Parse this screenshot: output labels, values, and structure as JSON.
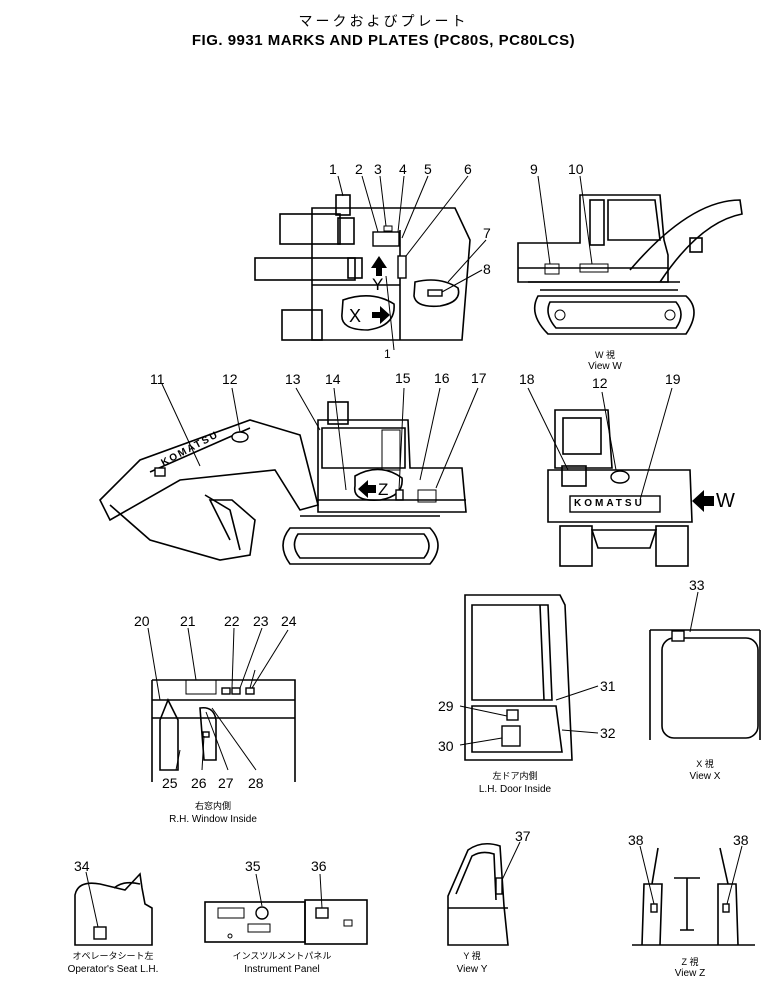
{
  "header": {
    "title_jp": "マークおよびプレート",
    "title_en": "FIG. 9931 MARKS AND PLATES (PC80S, PC80LCS)"
  },
  "markers": {
    "X": "X",
    "Y": "Y",
    "Z": "Z",
    "W": "W"
  },
  "callouts": [
    "1",
    "2",
    "3",
    "4",
    "5",
    "6",
    "7",
    "8",
    "9",
    "10",
    "11",
    "12",
    "13",
    "14",
    "15",
    "16",
    "17",
    "18",
    "19",
    "20",
    "21",
    "22",
    "23",
    "24",
    "25",
    "26",
    "27",
    "28",
    "29",
    "30",
    "31",
    "32",
    "33",
    "34",
    "35",
    "36",
    "37",
    "38"
  ],
  "callout_extra": {
    "one_b": "1",
    "twelve_b": "12",
    "thirty_eight_b": "38"
  },
  "boom_text": "KOMATSU",
  "counterweight_text": "KOMATSU",
  "captions": {
    "view_w_jp": "W 視",
    "view_w": "View W",
    "rh_window_jp": "右窓内側",
    "rh_window": "R.H. Window Inside",
    "lh_door_jp": "左ドア内側",
    "lh_door": "L.H. Door Inside",
    "view_x_jp": "X 視",
    "view_x": "View X",
    "seat_jp": "オペレータシート左",
    "seat": "Operator's Seat L.H.",
    "panel_jp": "インスツルメントパネル",
    "panel": "Instrument Panel",
    "view_y_jp": "Y 視",
    "view_y": "View Y",
    "view_z_jp": "Z 視",
    "view_z": "View Z"
  }
}
